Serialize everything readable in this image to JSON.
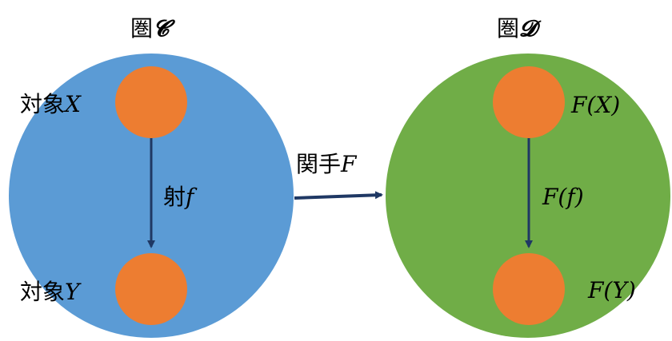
{
  "category_c": {
    "title_prefix": "圏",
    "title_symbol": "𝓒",
    "object_x": {
      "prefix": "対象",
      "var": "X"
    },
    "object_y": {
      "prefix": "対象",
      "var": "Y"
    },
    "morphism": {
      "prefix": "射",
      "var": "f"
    }
  },
  "category_d": {
    "title_prefix": "圏",
    "title_symbol": "𝓓",
    "object_fx": "F(X)",
    "object_fy": "F(Y)",
    "morphism_ff": "F(f)"
  },
  "functor": {
    "prefix": "関手",
    "var": "F"
  },
  "colors": {
    "circle_c": "#5B9BD5",
    "circle_d": "#70AD47",
    "object": "#ED7D31",
    "arrow": "#1F3864"
  }
}
